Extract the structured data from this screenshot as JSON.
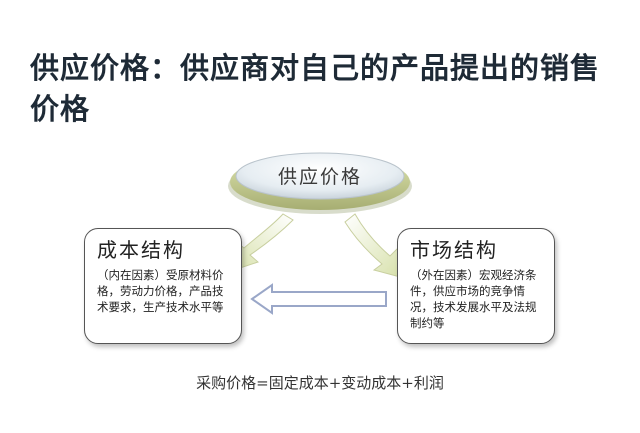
{
  "title": "供应价格：供应商对自己的产品提出的销售价格",
  "center_label": "供应价格",
  "left_box": {
    "title": "成本结构",
    "text": "（内在因素）受原材料价格，劳动力价格，产品技术要求，生产技术水平等"
  },
  "right_box": {
    "title": "市场结构",
    "text": "（外在因素）宏观经济条件，供应市场的竞争情况，技术发展水平及法规制约等"
  },
  "formula": "采购价格=固定成本+变动成本+利润",
  "colors": {
    "arrow_fill": "#dde6b8",
    "hollow_arrow": "#9aa7c8",
    "disc": "#e9eef2"
  }
}
